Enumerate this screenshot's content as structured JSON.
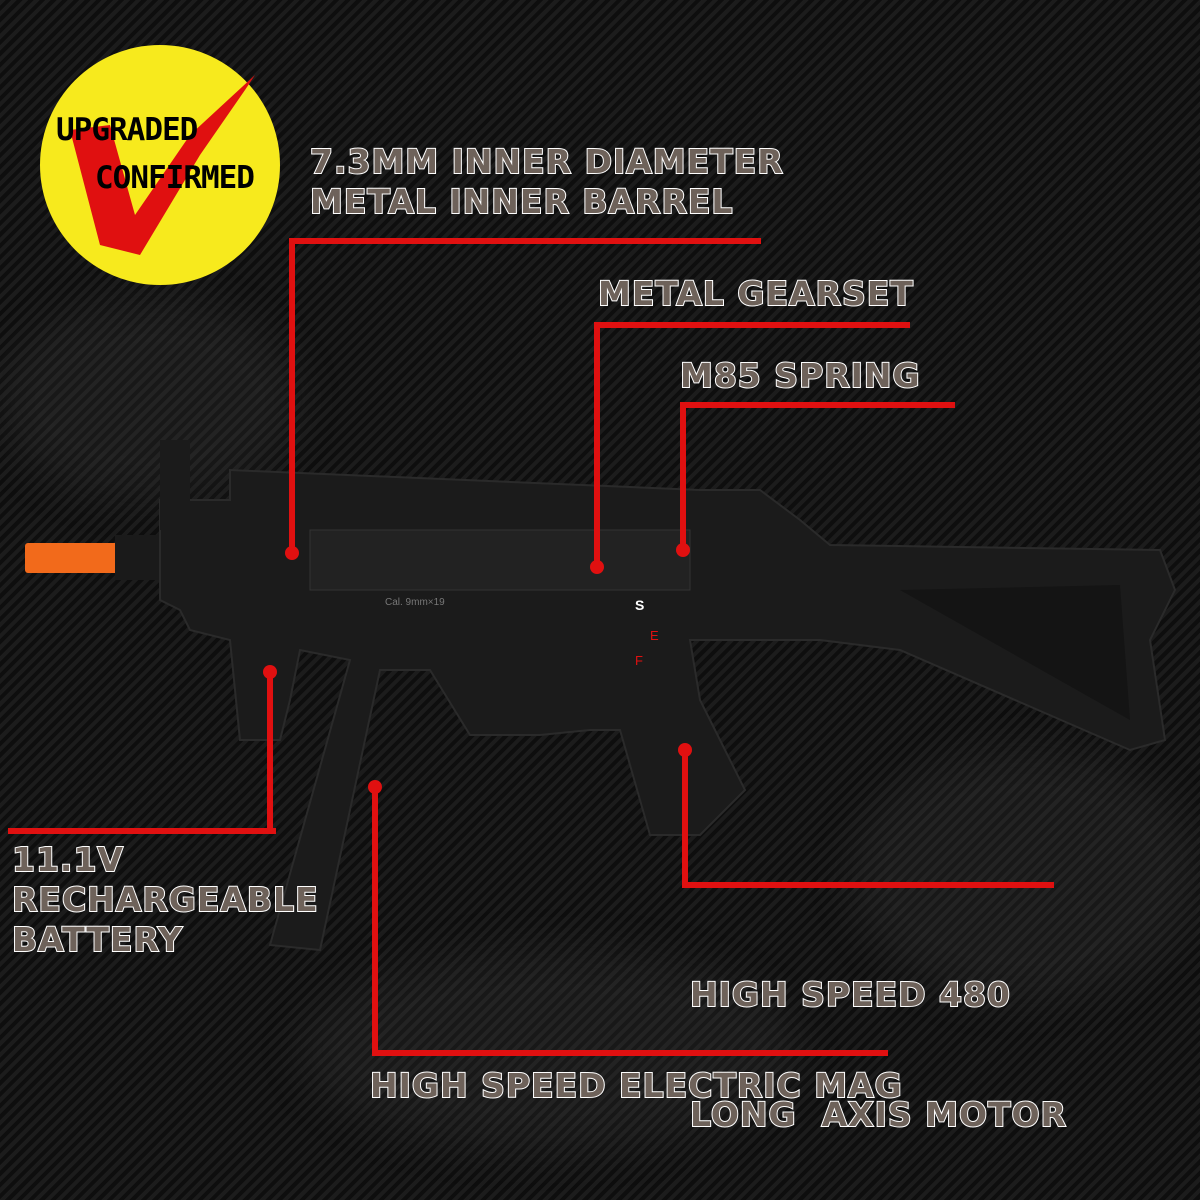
{
  "badge": {
    "line1": "UPGRADED",
    "line2": "CONFIRMED",
    "color": "#f7ea1d",
    "check_color": "#e01010"
  },
  "callouts": {
    "barrel": {
      "line1": "7.3MM INNER DIAMETER",
      "line2": "METAL INNER BARREL"
    },
    "gearset": {
      "text": "METAL GEARSET"
    },
    "spring": {
      "text": "M85 SPRING"
    },
    "battery": {
      "line1": "11.1V",
      "line2": "RECHARGEABLE",
      "line3": "BATTERY"
    },
    "motor": {
      "line1": "HIGH SPEED 480",
      "line2": "LONG  AXIS MOTOR"
    },
    "mag": {
      "text": "HIGH SPEED ELECTRIC MAG"
    }
  },
  "gun_markings": {
    "safety_s": "S",
    "safety_e": "E",
    "safety_f": "F",
    "caliber": "Cal. 9mm×19"
  },
  "colors": {
    "callout_red": "#e01010",
    "label_fill": "#6e625a",
    "muzzle_orange": "#f26a1b"
  }
}
